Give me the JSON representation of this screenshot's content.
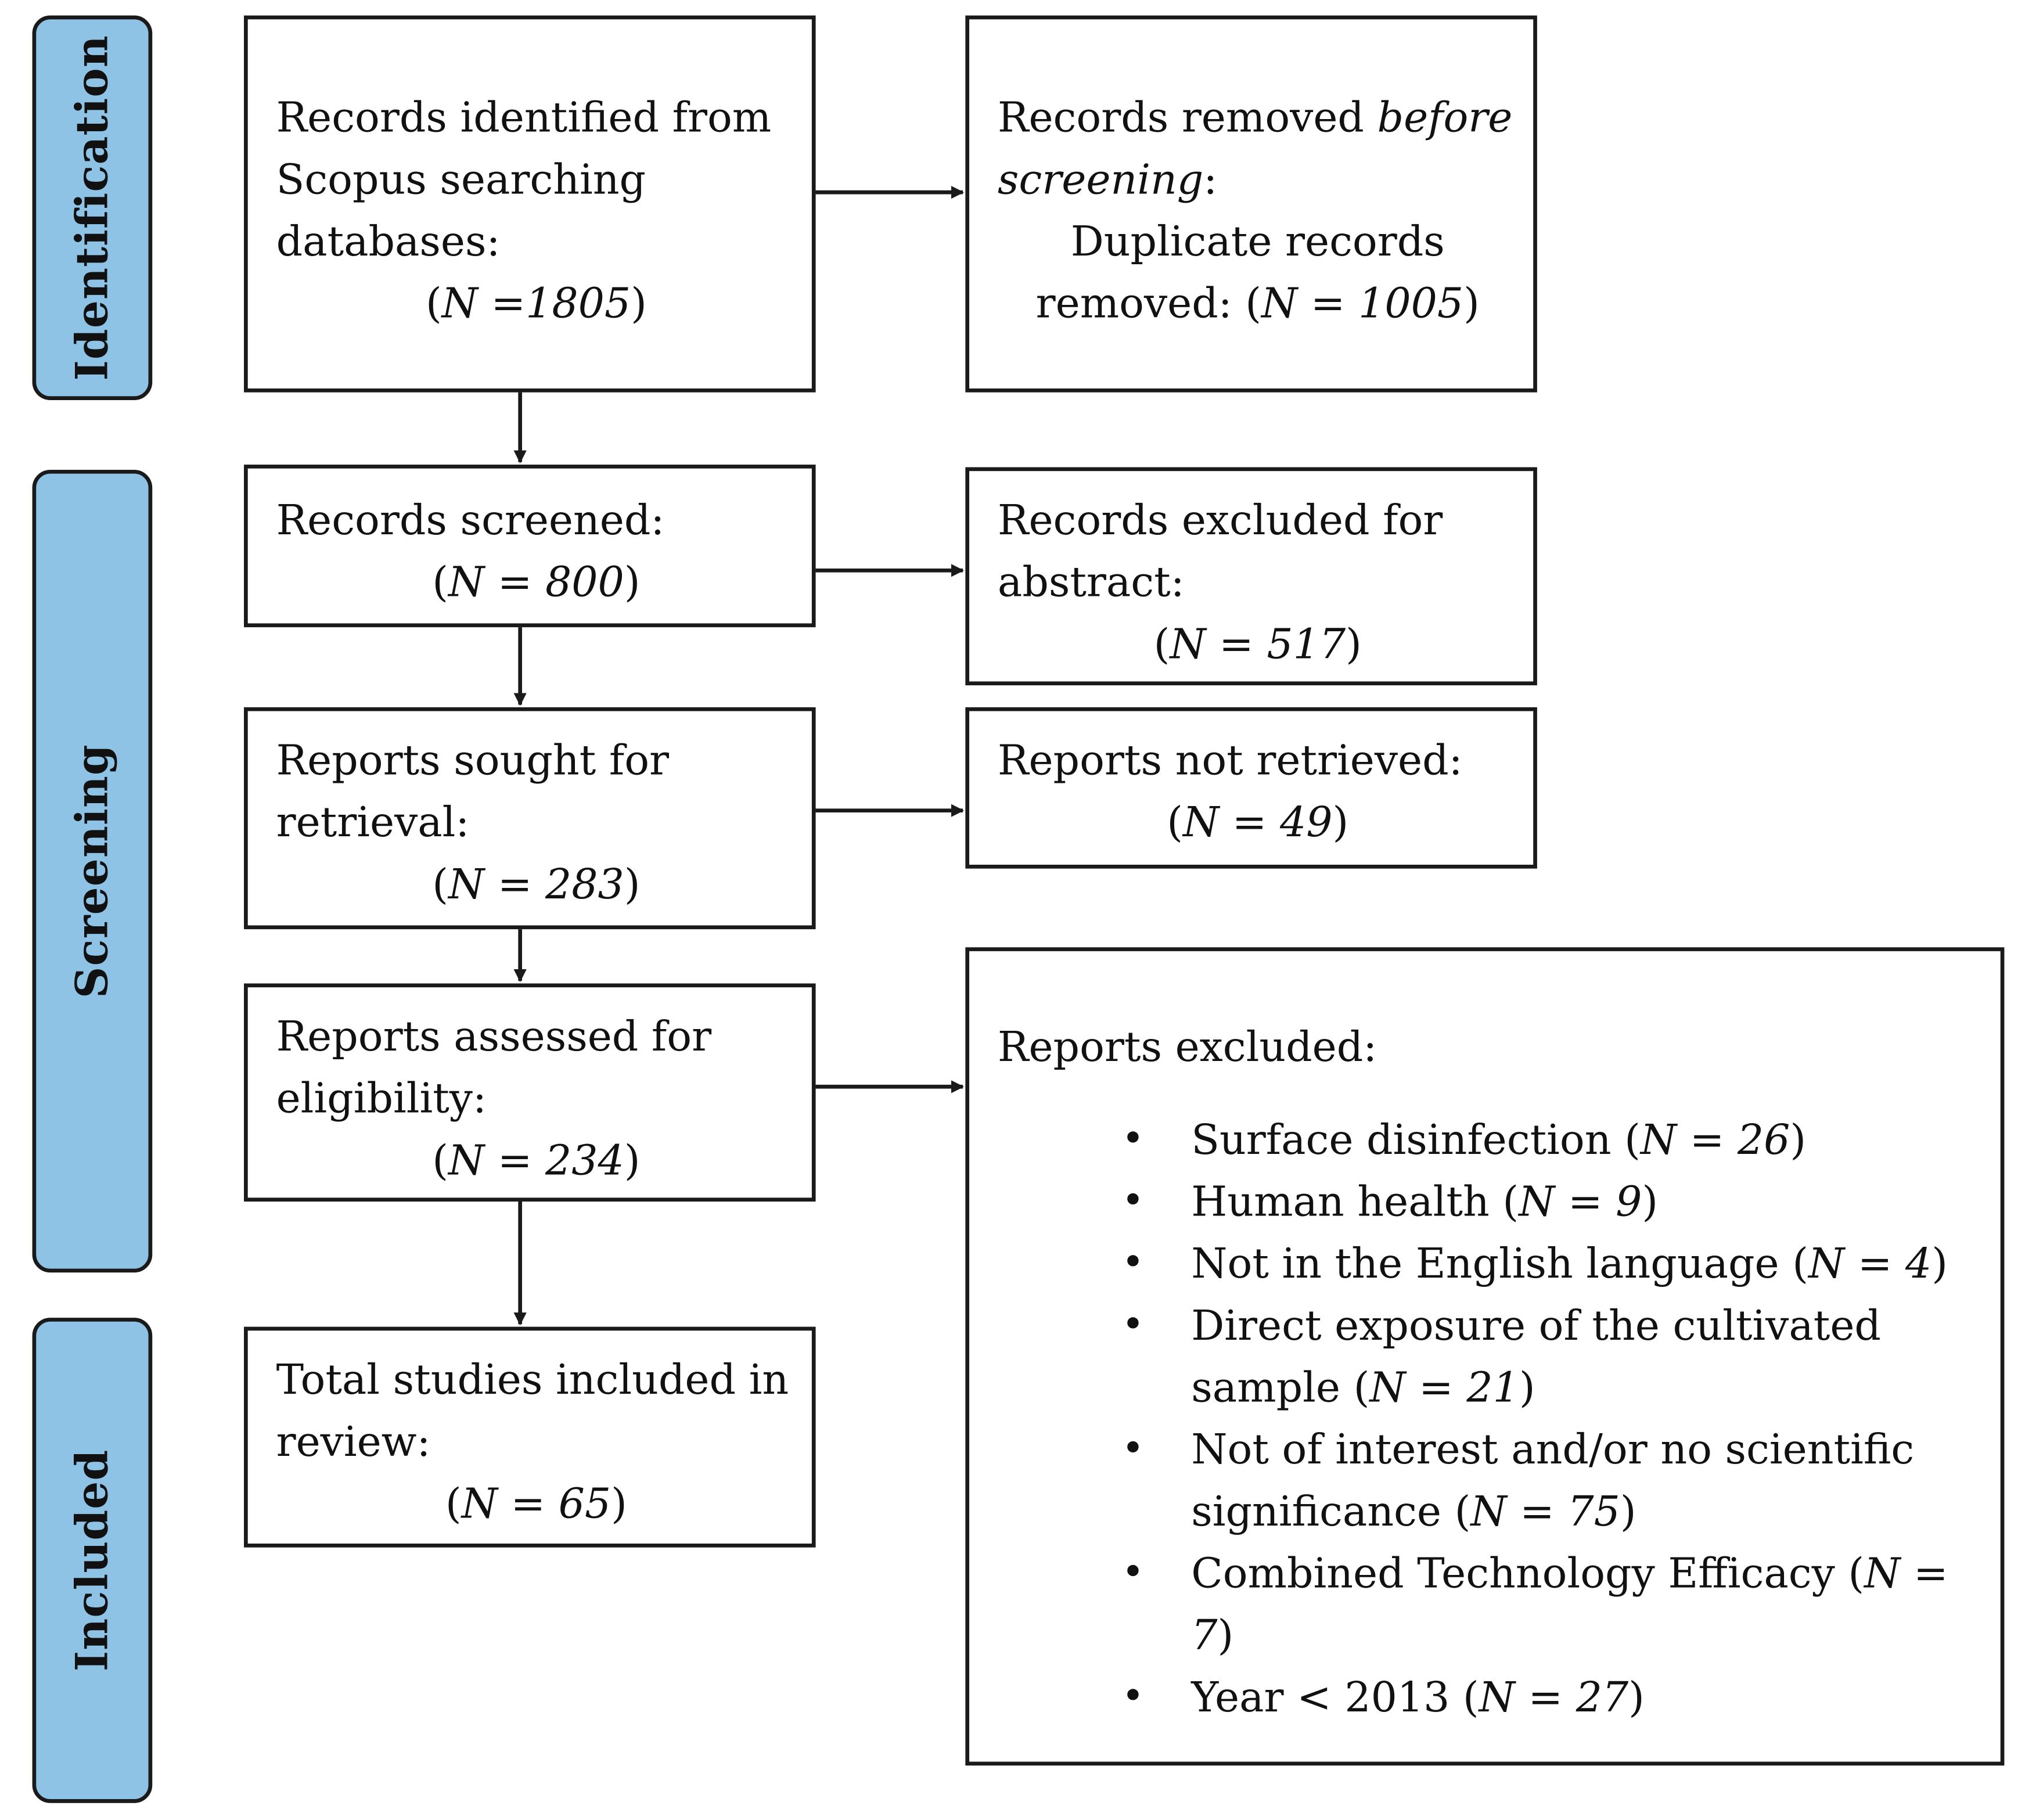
{
  "phases": {
    "identification": "Identification",
    "screening": "Screening",
    "included": "Included"
  },
  "boxes": {
    "identified": {
      "line1": "Records identified from",
      "line2": "Scopus searching",
      "line3": "databases:",
      "n_prefix": "(",
      "n_label": "N =1805",
      "n_suffix": ")"
    },
    "removed": {
      "line1a": "Records removed ",
      "line1b": "before",
      "line2a": "screening",
      "line2b": ":",
      "line3": "Duplicate records",
      "line4a": "removed: (",
      "line4b": "N",
      "line4c": " = ",
      "line4d": "1005",
      "line4e": ")"
    },
    "screened": {
      "line1": "Records screened:",
      "n_label": "N = 800"
    },
    "excluded_abstract": {
      "line1": "Records excluded for",
      "line2": "abstract:",
      "n_label": "N = 517"
    },
    "sought": {
      "line1": "Reports sought for",
      "line2": "retrieval:",
      "n_label": "N = 283"
    },
    "not_retrieved": {
      "line1": "Reports not retrieved:",
      "n_label": "N = 49"
    },
    "assessed": {
      "line1": "Reports assessed for",
      "line2": "eligibility:",
      "n_label": "N = 234"
    },
    "included": {
      "line1": "Total studies included in",
      "line2": "review:",
      "n_label": "N = 65"
    },
    "reports_excluded": {
      "title": "Reports excluded:",
      "items": [
        {
          "text": "Surface disinfection (",
          "n": "N = 26",
          "end": ")"
        },
        {
          "text": "Human health (",
          "n": "N = 9",
          "end": ")"
        },
        {
          "text": "Not in the English language (",
          "n": "N = 4",
          "end": ")"
        },
        {
          "text": "Direct exposure of the cultivated",
          "text2": "sample (",
          "n": "N = 21",
          "end": ")"
        },
        {
          "text": "Not of interest and/or no scientific",
          "text2": "significance (",
          "n": "N = 75",
          "end": ")"
        },
        {
          "text": "Combined Technology Efficacy (",
          "n": "N = 7",
          "end": ")"
        },
        {
          "text": "Year < 2013 (",
          "n": "N = 27",
          "end": ")"
        }
      ]
    }
  },
  "colors": {
    "phase_fill": "#8ec3e6",
    "stroke": "#1a1a1a"
  }
}
